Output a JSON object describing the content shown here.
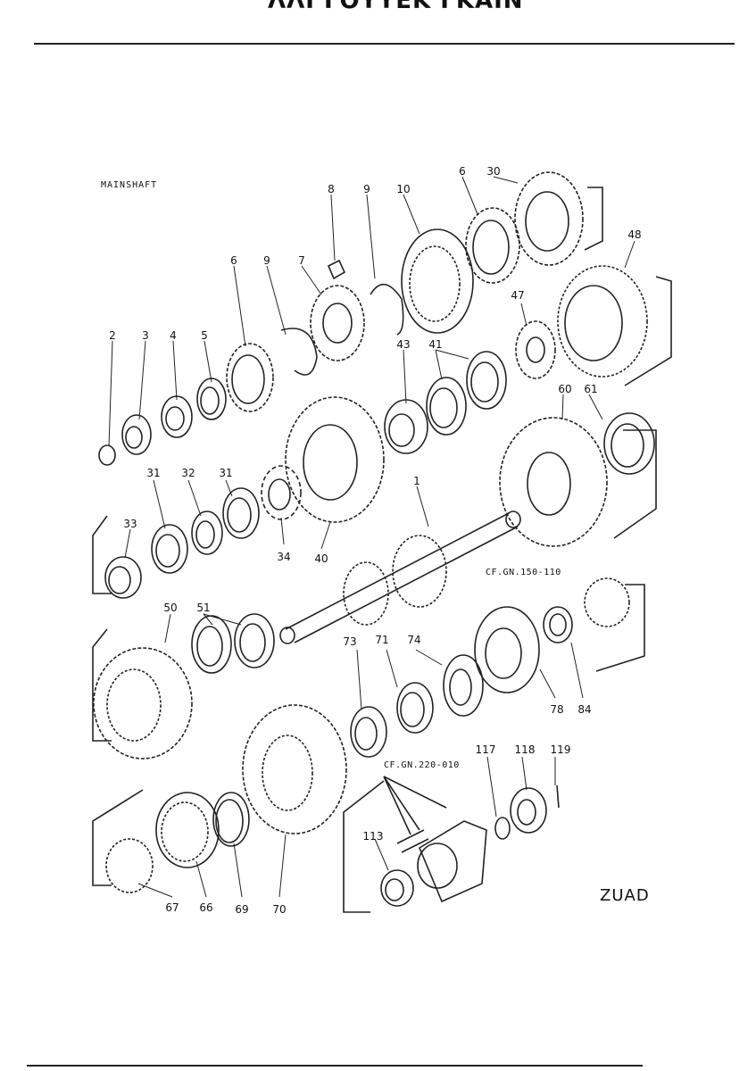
{
  "header": {
    "title": "ΛΛΙ ΓΟΥΥΕΚ ΓΚΑΙΝ"
  },
  "diagram": {
    "section_title": "MAINSHAFT",
    "code": "ZUAD",
    "references": [
      "CF.GN.150-110",
      "CF.GN.220-010"
    ],
    "callouts": [
      "2",
      "3",
      "4",
      "5",
      "6",
      "9",
      "7",
      "8",
      "9",
      "10",
      "6",
      "30",
      "48",
      "47",
      "43",
      "41",
      "60",
      "61",
      "1",
      "31",
      "32",
      "31",
      "33",
      "34",
      "40",
      "50",
      "51",
      "73",
      "71",
      "74",
      "78",
      "84",
      "117",
      "118",
      "119",
      "67",
      "66",
      "69",
      "70",
      "113"
    ]
  }
}
